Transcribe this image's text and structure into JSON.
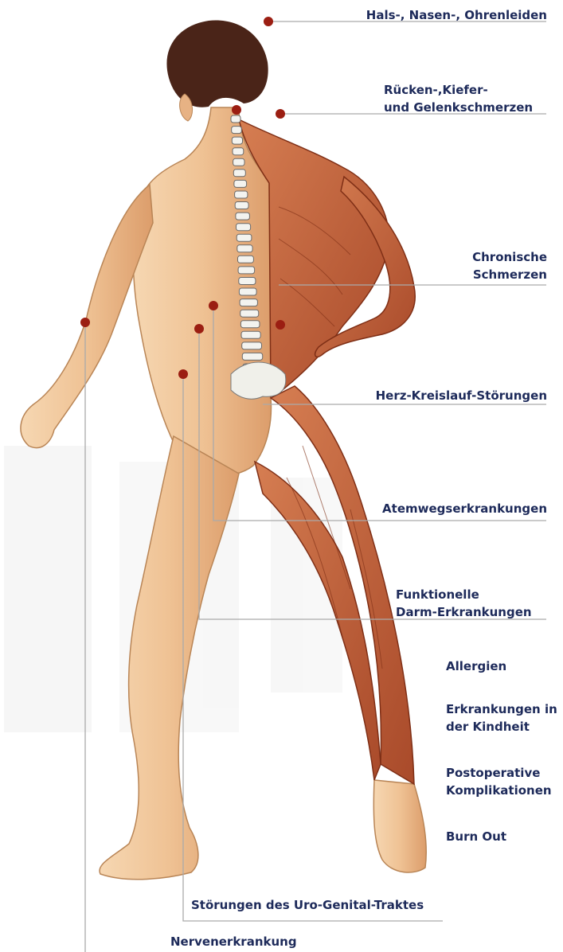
{
  "colors": {
    "label_text": "#1d2a5a",
    "leader_line": "#aaaaaa",
    "marker": "#9b1e12",
    "skin": "#f0c79d",
    "muscle": "#c4663c"
  },
  "labels": {
    "hals": [
      "Hals-, Nasen-, Ohrenleiden"
    ],
    "ruecken": [
      "Rücken-,Kiefer-",
      "und Gelenkschmerzen"
    ],
    "chronisch": [
      "Chronische",
      "Schmerzen"
    ],
    "herz": [
      "Herz-Kreislauf-Störungen"
    ],
    "atemweg": [
      "Atemwegserkrankungen"
    ],
    "darm": [
      "Funktionelle",
      "Darm-Erkrankungen"
    ],
    "allergien": [
      "Allergien"
    ],
    "kindheit": [
      "Erkrankungen in",
      "der Kindheit"
    ],
    "postop": [
      "Postoperative",
      "Komplikationen"
    ],
    "burnout": [
      "Burn Out"
    ],
    "uro": [
      "Störungen des Uro-Genital-Traktes"
    ],
    "nerven": [
      "Nervenerkrankung"
    ]
  }
}
